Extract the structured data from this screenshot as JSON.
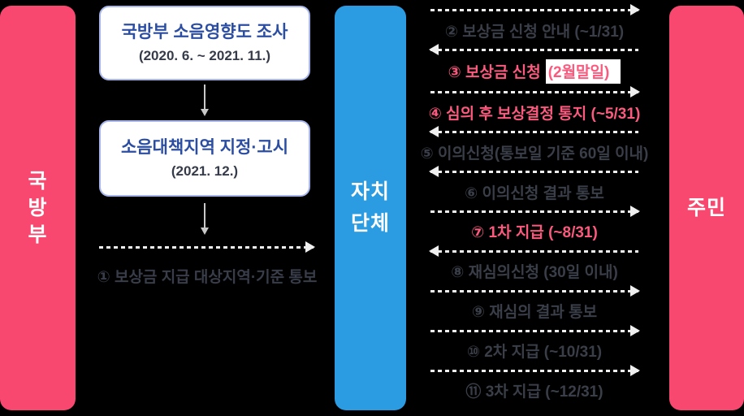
{
  "palette": {
    "background": "#000000",
    "lane_pink": "#F8486F",
    "lane_blue": "#2B9BE2",
    "box_title_blue": "#2B4DA2",
    "box_period_dark": "#363B49",
    "step_gray": "#3A3E48",
    "step_pink": "#FA5A7E",
    "arrow_white": "#EFEFEF",
    "box_border": "#A9B6EB",
    "highlight_bg": "#FFFFFF"
  },
  "lanes": {
    "defense": {
      "label": "국방부",
      "chars": [
        "국",
        "방",
        "부"
      ]
    },
    "local_gov": {
      "label": "자치단체",
      "lines": [
        "자치",
        "단체"
      ]
    },
    "residents": {
      "label": "주민"
    }
  },
  "defense_flow": {
    "box1": {
      "title": "국방부 소음영향도 조사",
      "period": "(2020. 6. ~ 2021. 11.)"
    },
    "box2": {
      "title": "소음대책지역 지정·고시",
      "period": "(2021. 12.)"
    },
    "step1": {
      "text": "① 보상금 지급 대상지역·기준 통보",
      "direction": "right"
    }
  },
  "resident_flow": {
    "steps": [
      {
        "no": "2",
        "text": "② 보상금 신청 안내 (~1/31)",
        "emphasis": "gray",
        "arrow": "right"
      },
      {
        "no": "3",
        "text_main": "③ 보상금 신청",
        "text_highlight": "(2월말일)",
        "emphasis": "pink",
        "arrow": "left"
      },
      {
        "no": "4",
        "text": "④ 심의 후 보상결정 통지 (~5/31)",
        "emphasis": "pink",
        "arrow": "right"
      },
      {
        "no": "5",
        "text": "⑤ 이의신청(통보일 기준 60일 이내)",
        "emphasis": "gray",
        "arrow": "left"
      },
      {
        "no": "6",
        "text": "⑥ 이의신청 결과 통보",
        "emphasis": "gray",
        "arrow": "left"
      },
      {
        "no": "7",
        "text": "⑦ 1차 지급 (~8/31)",
        "emphasis": "pink",
        "arrow": "right"
      },
      {
        "no": "8",
        "text": "⑧ 재심의신청 (30일 이내)",
        "emphasis": "gray",
        "arrow": "left"
      },
      {
        "no": "9",
        "text": "⑨ 재심의 결과 통보",
        "emphasis": "gray",
        "arrow": "right"
      },
      {
        "no": "10",
        "text": "⑩ 2차 지급 (~10/31)",
        "emphasis": "gray",
        "arrow": "right"
      },
      {
        "no": "11",
        "text": "⑪ 3차 지급 (~12/31)",
        "emphasis": "gray",
        "arrow": "right"
      }
    ]
  }
}
